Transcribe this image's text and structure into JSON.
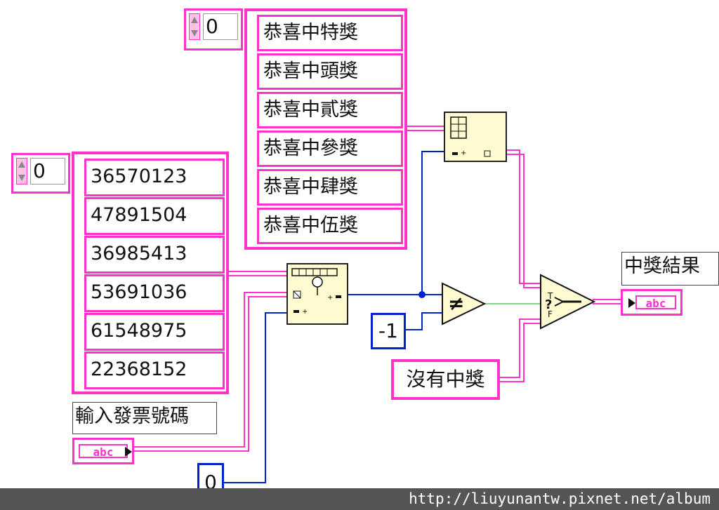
{
  "prize_array": {
    "index": "0",
    "items": [
      "恭喜中特獎",
      "恭喜中頭獎",
      "恭喜中貳獎",
      "恭喜中參獎",
      "恭喜中肆獎",
      "恭喜中伍獎"
    ]
  },
  "number_array": {
    "index": "0",
    "items": [
      "36570123",
      "47891504",
      "36985413",
      "53691036",
      "61548975",
      "22368152"
    ]
  },
  "input_control": {
    "label": "輸入發票號碼",
    "terminal": "abc"
  },
  "result_indicator": {
    "label": "中獎結果",
    "terminal": "abc"
  },
  "constants": {
    "start_index": "0",
    "not_found": "-1",
    "no_prize": "沒有中獎"
  },
  "not_equal_symbol": "≠",
  "select_labels": {
    "true": "T",
    "false": "F"
  },
  "footer": {
    "url": "http://liuyunantw.pixnet.net/album"
  },
  "colors": {
    "string_wire": "#ff33cc",
    "numeric_wire": "#0022cc",
    "boolean_wire": "#66bb66",
    "node_fill": "#fffad0"
  }
}
